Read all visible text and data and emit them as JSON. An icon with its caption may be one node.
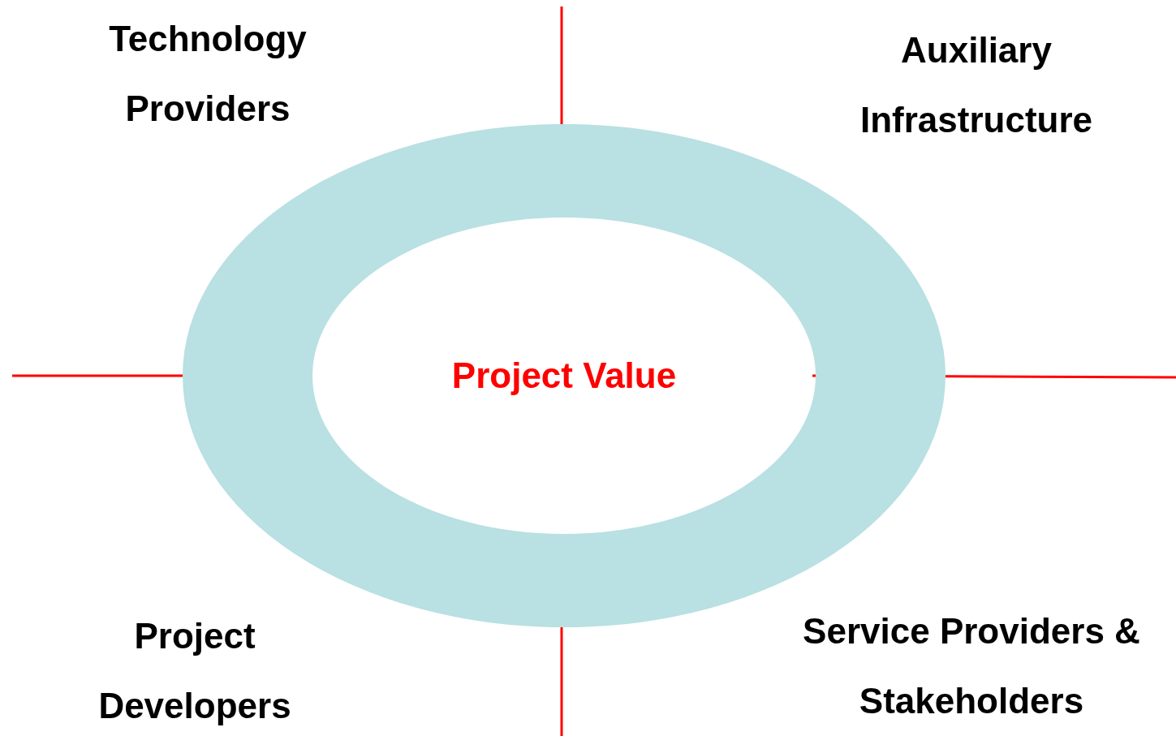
{
  "diagram": {
    "nodes": [
      {
        "text": [
          "Project Value"
        ]
      }
    ],
    "edges": [],
    "labels": [
      "Technology Providers",
      "Auxiliary Infrastructure",
      "Project Developers",
      "Service Providers & Stakeholders"
    ]
  }
}
